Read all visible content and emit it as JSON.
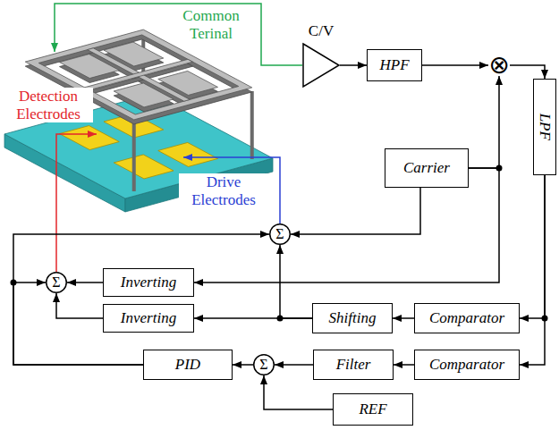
{
  "diagram": {
    "nodes": [
      {
        "text": [
          "C/V"
        ]
      },
      {
        "text": [
          "HPF"
        ]
      },
      {
        "text": [
          "⊗"
        ]
      },
      {
        "text": [
          "Carrier"
        ]
      },
      {
        "text": [
          "LPF"
        ]
      },
      {
        "text": [
          "Σ"
        ]
      },
      {
        "text": [
          "Σ"
        ]
      },
      {
        "text": [
          "Inverting"
        ]
      },
      {
        "text": [
          "Inverting"
        ]
      },
      {
        "text": [
          "Shifting"
        ]
      },
      {
        "text": [
          "Comparator"
        ]
      },
      {
        "text": [
          "Comparator"
        ]
      },
      {
        "text": [
          "Filter"
        ]
      },
      {
        "text": [
          "Σ"
        ]
      },
      {
        "text": [
          "PID"
        ]
      },
      {
        "text": [
          "REF"
        ]
      }
    ],
    "edges": [
      {
        "from": 0,
        "to": 1,
        "arrow": "to"
      },
      {
        "from": 1,
        "to": 2,
        "arrow": "to"
      },
      {
        "from": 2,
        "to": 4,
        "arrow": "to"
      },
      {
        "from": 3,
        "to": 2,
        "arrow": "to"
      },
      {
        "from": 3,
        "to": 7,
        "arrow": "to"
      },
      {
        "from": 3,
        "to": 5,
        "arrow": "to"
      },
      {
        "from": 4,
        "to": 10,
        "arrow": "to"
      },
      {
        "from": 4,
        "to": 11,
        "arrow": "to"
      },
      {
        "from": 10,
        "to": 9,
        "arrow": "to"
      },
      {
        "from": 9,
        "to": 8,
        "arrow": "to"
      },
      {
        "from": 9,
        "to": 5,
        "arrow": "to"
      },
      {
        "from": 7,
        "to": 6,
        "arrow": "to"
      },
      {
        "from": 8,
        "to": 6,
        "arrow": "to"
      },
      {
        "from": 11,
        "to": 12,
        "arrow": "to"
      },
      {
        "from": 12,
        "to": 13,
        "arrow": "to"
      },
      {
        "from": 15,
        "to": 13,
        "arrow": "to"
      },
      {
        "from": 13,
        "to": 14,
        "arrow": "to"
      },
      {
        "from": 14,
        "to": 6,
        "arrow": "to"
      },
      {
        "from": 14,
        "to": 5,
        "arrow": "to"
      }
    ],
    "labels": [
      "Common Terinal",
      "Detection Electrodes",
      "Drive Electrodes"
    ]
  }
}
